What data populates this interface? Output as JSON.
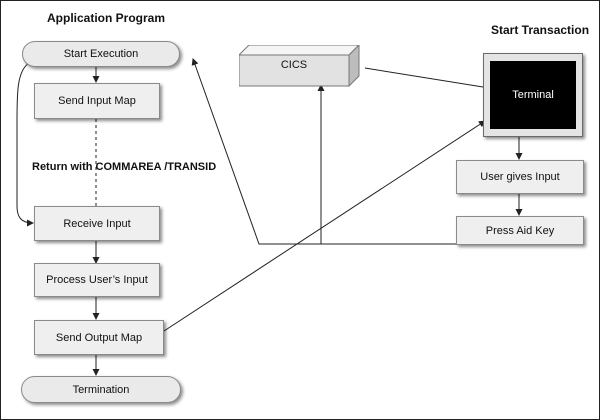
{
  "headings": {
    "application_program": "Application Program",
    "start_transaction": "Start Transaction"
  },
  "nodes": {
    "start_execution": "Start Execution",
    "send_input_map": "Send Input Map",
    "receive_input": "Receive Input",
    "process_users_input": "Process User’s Input",
    "send_output_map": "Send Output Map",
    "termination": "Termination",
    "cics": "CICS",
    "terminal": "Terminal",
    "user_gives_input": "User gives Input",
    "press_aid_key": "Press Aid Key"
  },
  "notes": {
    "return_with": "Return with COMMAREA /TRANSID"
  }
}
